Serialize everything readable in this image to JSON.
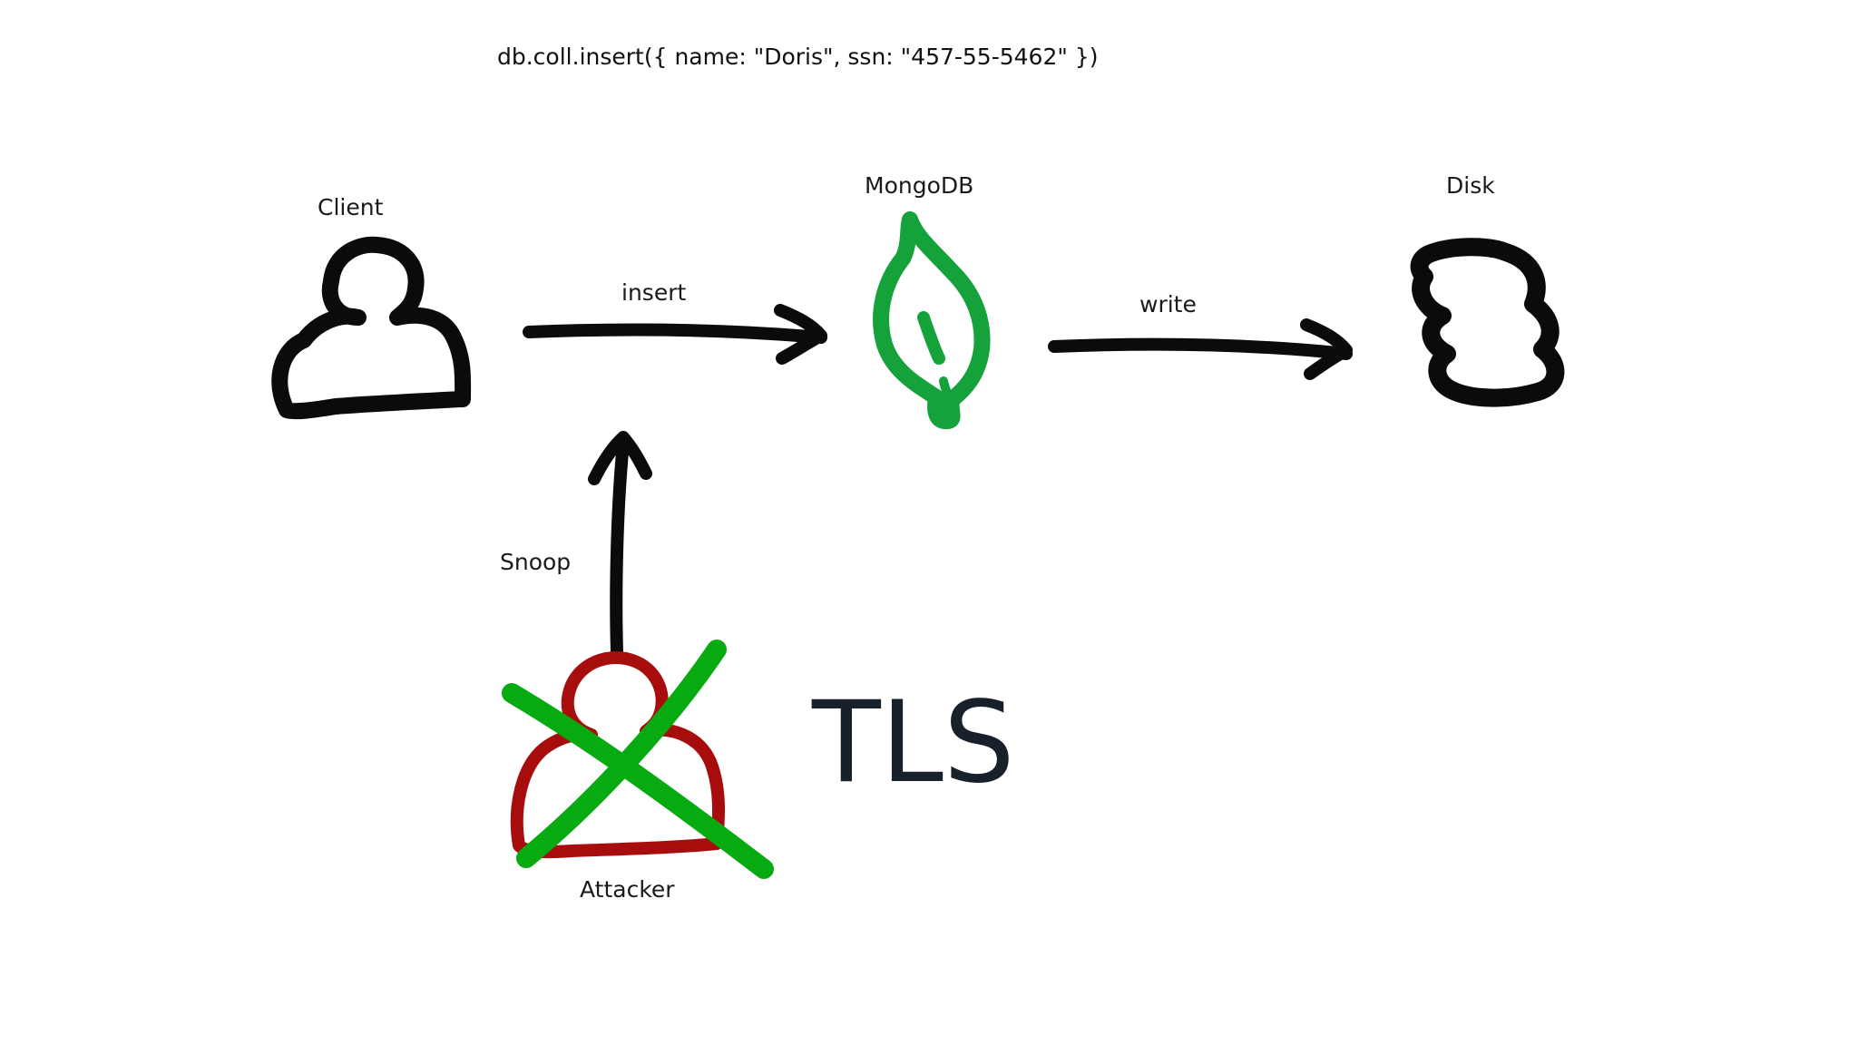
{
  "code": "db.coll.insert({ name: \"Doris\", ssn: \"457-55-5462\" })",
  "nodes": {
    "client": "Client",
    "mongodb": "MongoDB",
    "disk": "Disk",
    "attacker": "Attacker"
  },
  "edges": {
    "insert": "insert",
    "write": "write",
    "snoop": "Snoop"
  },
  "protection": "TLS",
  "colors": {
    "ink": "#0b0b0b",
    "mongodb_green": "#15a23a",
    "attacker_red": "#a80d0d",
    "cross_green": "#08aa12",
    "text": "#1a1a1a"
  }
}
